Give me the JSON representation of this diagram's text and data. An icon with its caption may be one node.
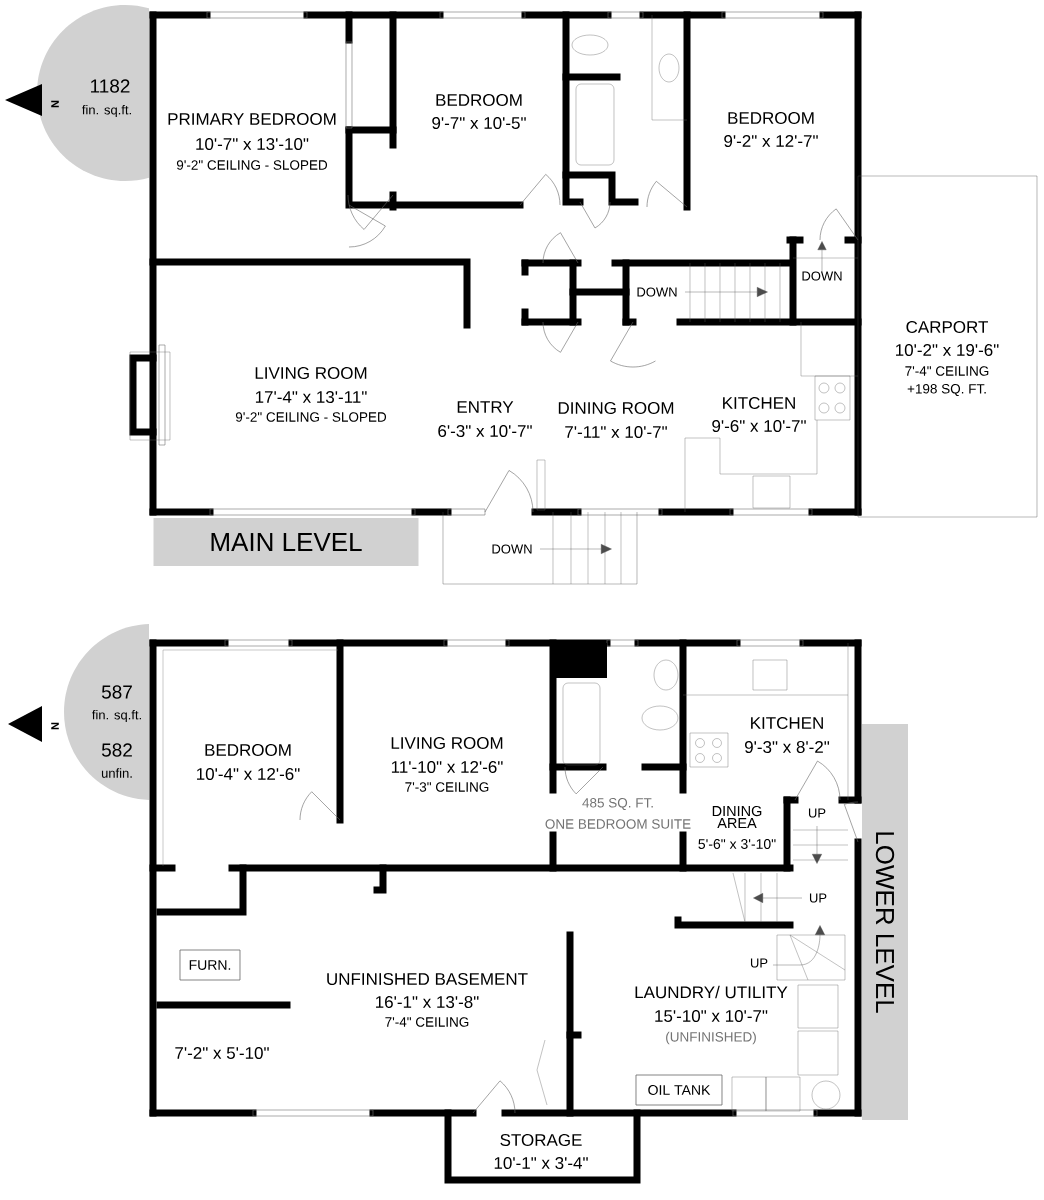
{
  "diagram": {
    "labels": [
      "1182",
      "fin. sq.ft.",
      "N",
      "PRIMARY BEDROOM",
      "10'-7\" x 13'-10\"",
      "9'-2\" CEILING - SLOPED",
      "BEDROOM",
      "9'-7\" x 10'-5\"",
      "BEDROOM",
      "9'-2\" x 12'-7\"",
      "DOWN",
      "DOWN",
      "CARPORT",
      "10'-2\" x 19'-6\"",
      "7'-4\" CEILING",
      "+198 SQ. FT.",
      "LIVING ROOM",
      "17'-4\" x 13'-11\"",
      "9'-2\" CEILING - SLOPED",
      "ENTRY",
      "6'-3\" x 10'-7\"",
      "DINING ROOM",
      "7'-11\" x 10'-7\"",
      "KITCHEN",
      "9'-6\" x 10'-7\"",
      "MAIN LEVEL",
      "DOWN",
      "587",
      "fin. sq.ft.",
      "N",
      "582",
      "unfin.",
      "BEDROOM",
      "10'-4\" x 12'-6\"",
      "LIVING ROOM",
      "11'-10\" x 12'-6\"",
      "7'-3\" CEILING",
      "KITCHEN",
      "9'-3\" x 8'-2\"",
      "485 SQ. FT.",
      "ONE BEDROOM SUITE",
      "DINING AREA",
      "5'-6\" x 3'-10\"",
      "UP",
      "UP",
      "LOWER LEVEL",
      "FURN.",
      "UNFINISHED BASEMENT",
      "16'-1\" x 13'-8\"",
      "7'-4\" CEILING",
      "UP",
      "LAUNDRY/ UTILITY",
      "15'-10\" x 10'-7\"",
      "(UNFINISHED)",
      "7'-2\" x 5'-10\"",
      "OIL TANK",
      "STORAGE",
      "10'-1\" x 3'-4\""
    ]
  }
}
